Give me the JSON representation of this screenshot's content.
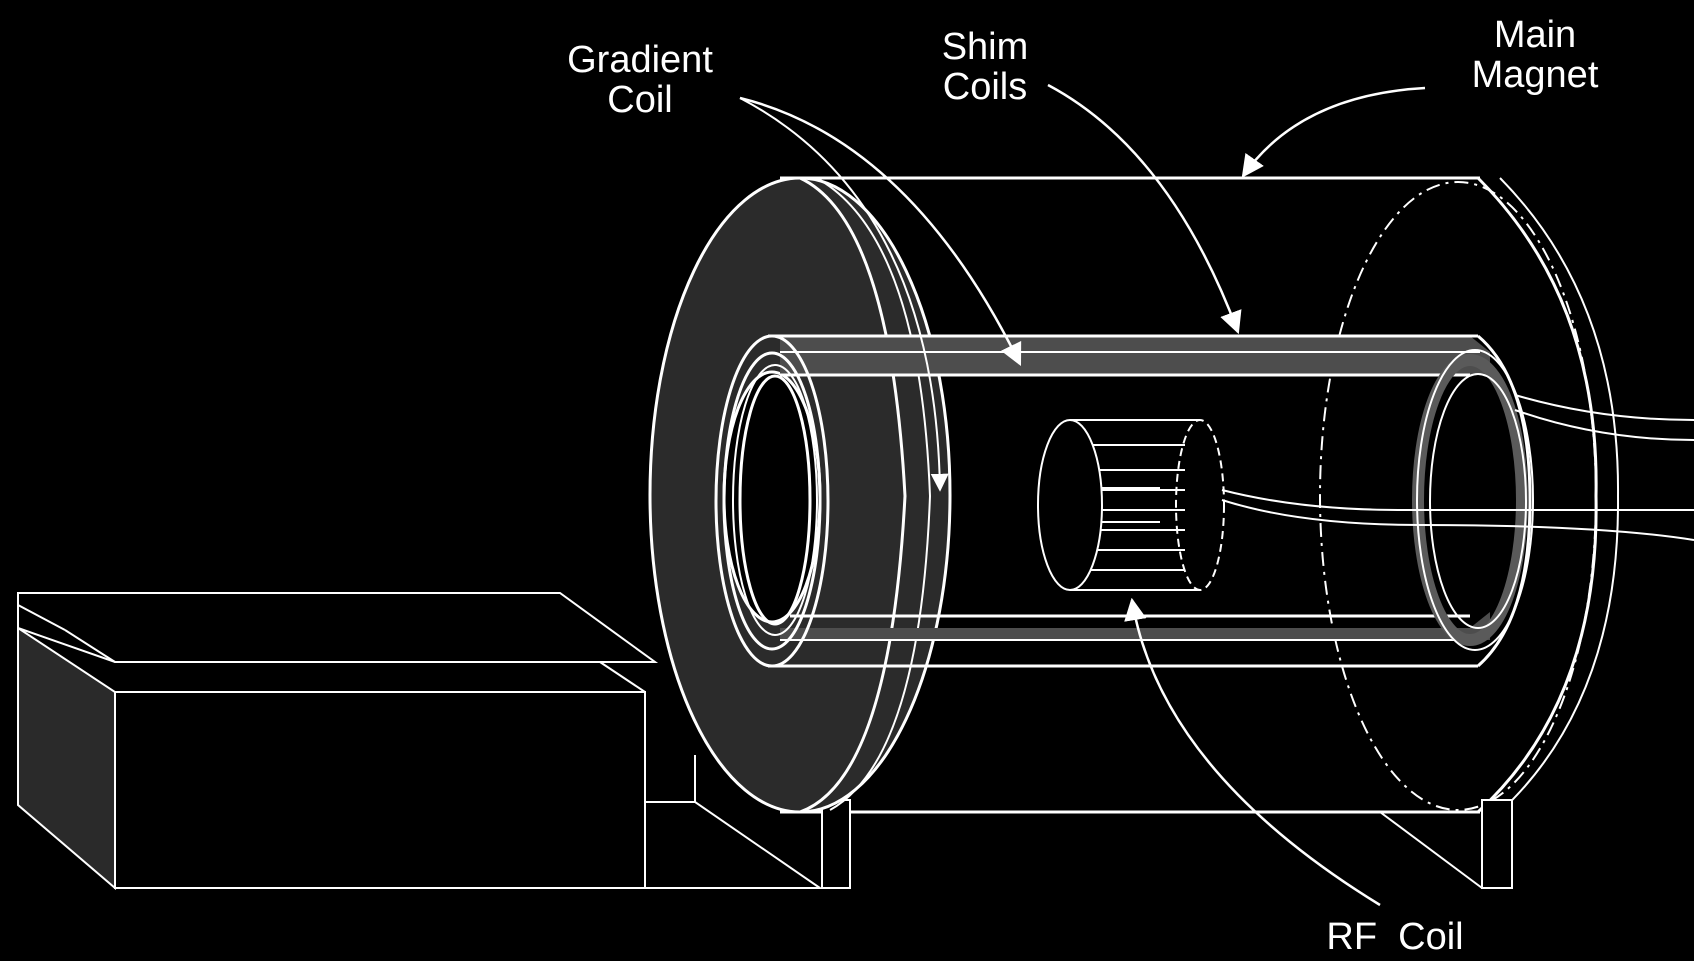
{
  "labels": {
    "gradient_coil": [
      "Gradient",
      "Coil"
    ],
    "shim_coils": [
      "Shim",
      "Coils"
    ],
    "main_magnet": [
      "Main",
      "Magnet"
    ],
    "rf_coil": [
      "RF  Coil"
    ]
  },
  "colors": {
    "background": "#000000",
    "line": "#ffffff",
    "shade_dark": "#2a2a2a",
    "shade_mid": "#555555"
  }
}
